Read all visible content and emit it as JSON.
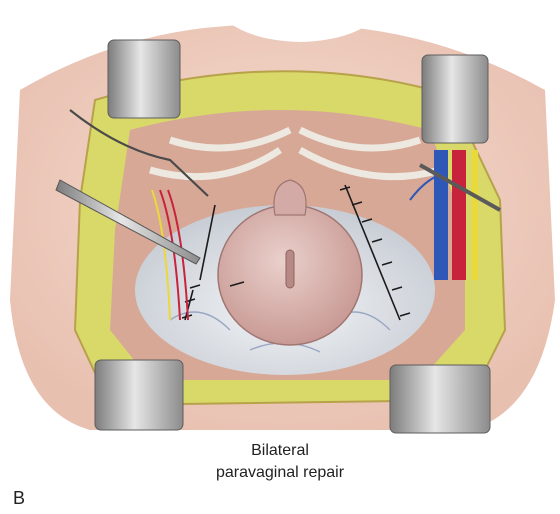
{
  "figure": {
    "caption_line1": "Bilateral",
    "caption_line2": "paravaginal repair",
    "panel_label": "B"
  },
  "colors": {
    "fat": "#d9d96a",
    "skin": "#f1d5c8",
    "tissue": "#d7a896",
    "bladder": "#d8b1ad",
    "artery": "#c8233c",
    "vein": "#2f57b8",
    "nerve": "#e9d93a",
    "retractor": "#9a9a9a"
  }
}
